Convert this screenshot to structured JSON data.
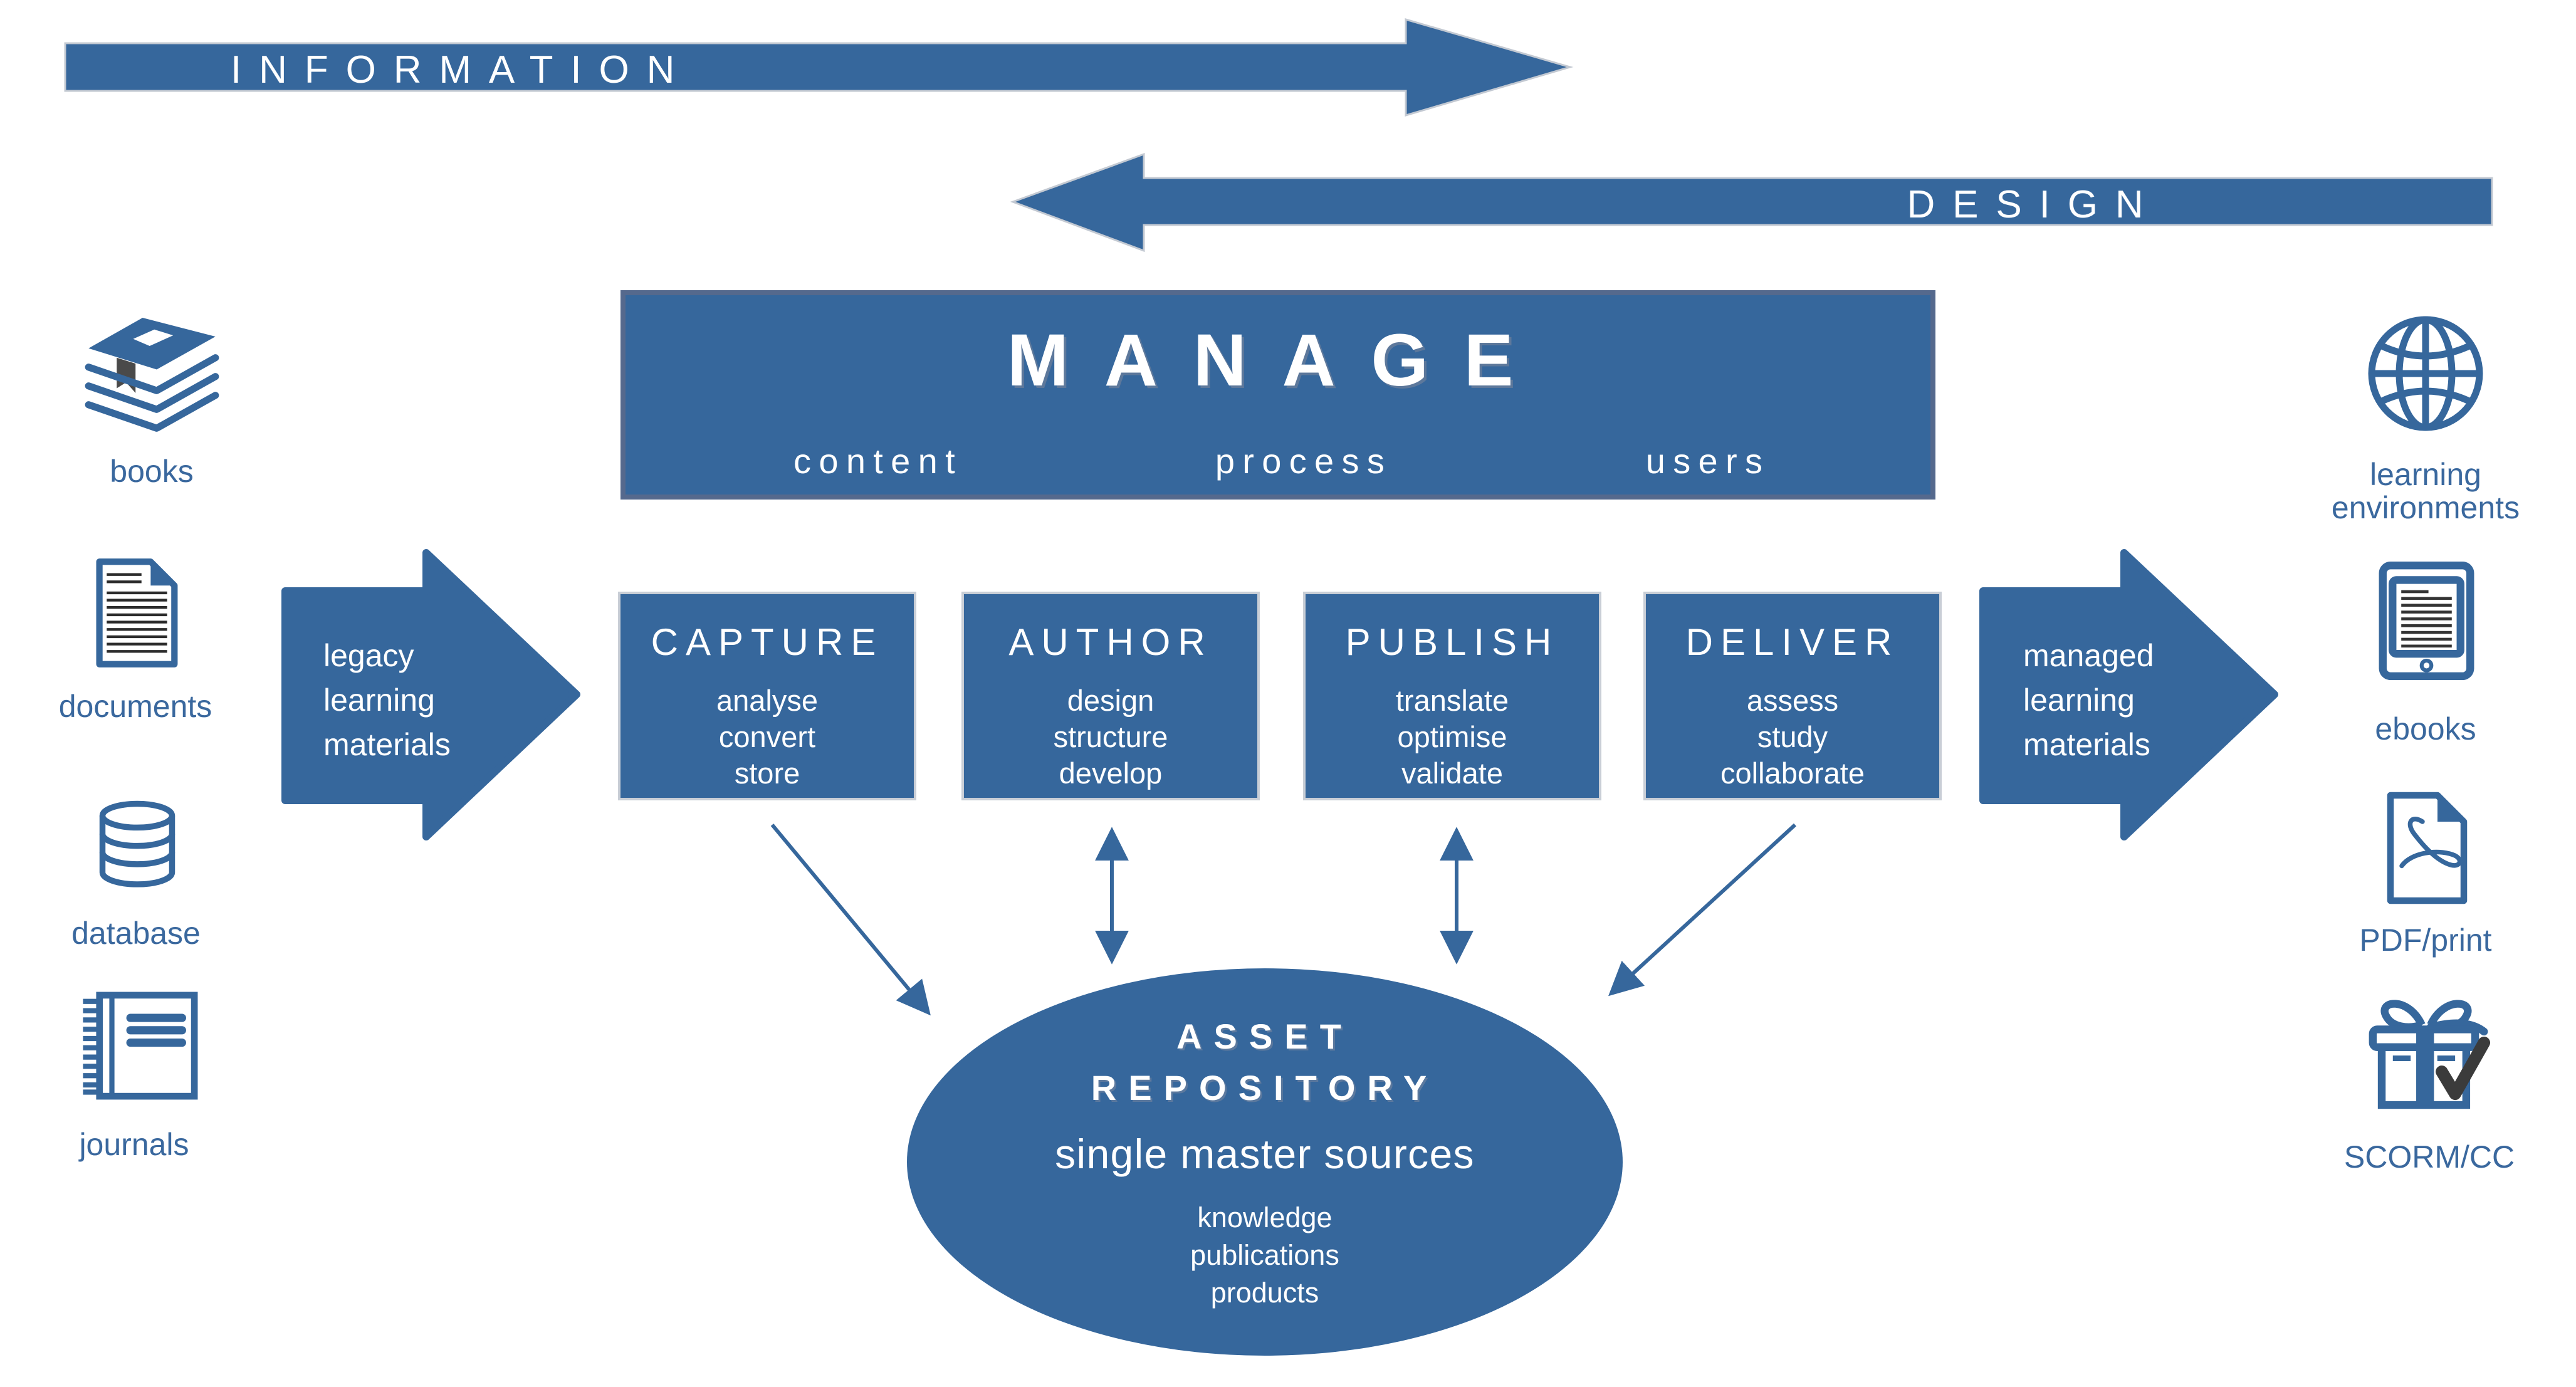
{
  "flows": {
    "information": "INFORMATION",
    "design": "DESIGN"
  },
  "manage": {
    "title": "MANAGE",
    "items": [
      "content",
      "process",
      "users"
    ]
  },
  "input_arrow": {
    "lines": [
      "legacy",
      "learning",
      "materials"
    ]
  },
  "output_arrow": {
    "lines": [
      "managed",
      "learning",
      "materials"
    ]
  },
  "stages": [
    {
      "title": "CAPTURE",
      "items": [
        "analyse",
        "convert",
        "store"
      ]
    },
    {
      "title": "AUTHOR",
      "items": [
        "design",
        "structure",
        "develop"
      ]
    },
    {
      "title": "PUBLISH",
      "items": [
        "translate",
        "optimise",
        "validate"
      ]
    },
    {
      "title": "DELIVER",
      "items": [
        "assess",
        "study",
        "collaborate"
      ]
    }
  ],
  "repository": {
    "title1": "ASSET",
    "title2": "REPOSITORY",
    "subtitle": "single master sources",
    "items": [
      "knowledge",
      "publications",
      "products"
    ]
  },
  "sources": [
    {
      "label": "books",
      "icon": "books-stack-icon"
    },
    {
      "label": "documents",
      "icon": "document-page-icon"
    },
    {
      "label": "database",
      "icon": "database-cylinder-icon"
    },
    {
      "label": "journals",
      "icon": "journal-notebook-icon"
    }
  ],
  "outputs": [
    {
      "label_lines": [
        "learning",
        "environments"
      ],
      "icon": "globe-icon"
    },
    {
      "label_lines": [
        "ebooks"
      ],
      "icon": "ebook-reader-icon"
    },
    {
      "label_lines": [
        "PDF/print"
      ],
      "icon": "pdf-document-icon"
    },
    {
      "label_lines": [
        "SCORM/CC"
      ],
      "icon": "scorm-package-check-icon"
    }
  ],
  "colors": {
    "primary_blue": "#36679C",
    "manage_border": "#55698D",
    "box_border_light": "#C9CED6",
    "dark_accent": "#3B3B3B",
    "label_blue": "#3A689E"
  }
}
